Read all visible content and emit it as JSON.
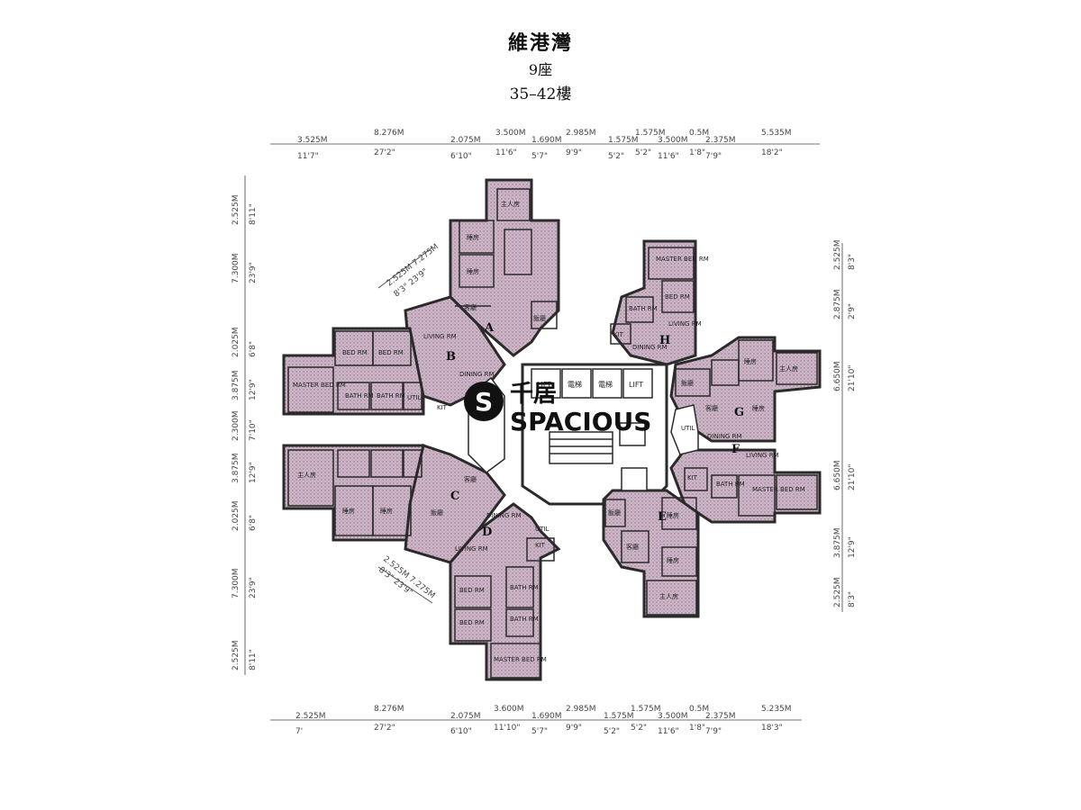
{
  "header": {
    "estate": "維港灣",
    "block": "9座",
    "floors": "35–42樓"
  },
  "dims_top": [
    {
      "m": "3.525M",
      "ft": "11'7\""
    },
    {
      "m": "8.276M",
      "ft": "27'2\""
    },
    {
      "m": "2.075M",
      "ft": "6'10\""
    },
    {
      "m": "3.500M",
      "ft": "11'6\""
    },
    {
      "m": "1.690M",
      "ft": "5'7\""
    },
    {
      "m": "2.985M",
      "ft": "9'9\""
    },
    {
      "m": "1.575M",
      "ft": "5'2\""
    },
    {
      "m": "1.575M",
      "ft": "5'2\""
    },
    {
      "m": "3.500M",
      "ft": "11'6\""
    },
    {
      "m": "0.5M",
      "ft": "1'8\""
    },
    {
      "m": "2.375M",
      "ft": "7'9\""
    },
    {
      "m": "5.535M",
      "ft": "18'2\""
    }
  ],
  "dims_bottom": [
    {
      "m": "2.525M",
      "ft": "7'"
    },
    {
      "m": "8.276M",
      "ft": "27'2\""
    },
    {
      "m": "2.075M",
      "ft": "6'10\""
    },
    {
      "m": "3.600M",
      "ft": "11'10\""
    },
    {
      "m": "1.690M",
      "ft": "5'7\""
    },
    {
      "m": "2.985M",
      "ft": "9'9\""
    },
    {
      "m": "1.575M",
      "ft": "5'2\""
    },
    {
      "m": "1.575M",
      "ft": "5'2\""
    },
    {
      "m": "3.500M",
      "ft": "11'6\""
    },
    {
      "m": "0.5M",
      "ft": "1'8\""
    },
    {
      "m": "2.375M",
      "ft": "7'9\""
    },
    {
      "m": "5.235M",
      "ft": "18'3\""
    }
  ],
  "dims_left": [
    {
      "m": "2.525M",
      "ft": "8'11\""
    },
    {
      "m": "7.300M",
      "ft": "23'9\""
    },
    {
      "m": "2.025M",
      "ft": "6'8\""
    },
    {
      "m": "3.875M",
      "ft": "12'9\""
    },
    {
      "m": "2.300M",
      "ft": "7'10\""
    },
    {
      "m": "3.875M",
      "ft": "12'9\""
    },
    {
      "m": "2.025M",
      "ft": "6'8\""
    },
    {
      "m": "7.300M",
      "ft": "23'9\""
    },
    {
      "m": "2.525M",
      "ft": "8'11\""
    }
  ],
  "dims_right": [
    {
      "m": "2.525M",
      "ft": "8'3\""
    },
    {
      "m": "2.875M",
      "ft": "2'9\""
    },
    {
      "m": "6.650M",
      "ft": "21'10\""
    },
    {
      "m": "6.650M",
      "ft": "21'10\""
    },
    {
      "m": "3.875M",
      "ft": "12'9\""
    },
    {
      "m": "2.525M",
      "ft": "8'3\""
    }
  ],
  "diagonal_dims": {
    "upper": "2.525M 7.275M",
    "upper_ft": "8'3\" 23'9\"",
    "lower": "2.525M 7.275M",
    "lower_ft": "8'3\" 23'9\""
  },
  "units": [
    "A",
    "B",
    "C",
    "D",
    "E",
    "F",
    "G",
    "H"
  ],
  "rooms": {
    "master_bed": "MASTER BED RM",
    "bed": "BED RM",
    "living": "LIVING RM",
    "dining": "DINING RM",
    "bath": "BATH RM",
    "kit": "KIT",
    "util": "UTIL",
    "main_bed_zh": "主人房",
    "bed_zh": "睡房",
    "living_zh": "客廳",
    "dining_zh": "飯廳"
  },
  "core": {
    "lift": "LIFT",
    "lift_lobby": "電梯"
  },
  "watermark": {
    "logo_char": "S",
    "brand_zh": "千居",
    "brand_en": "SPACIOUS"
  },
  "colors": {
    "wall": "#2a2a2a",
    "fill": "#c9b3c3",
    "fill_dark": "#b49aae"
  }
}
